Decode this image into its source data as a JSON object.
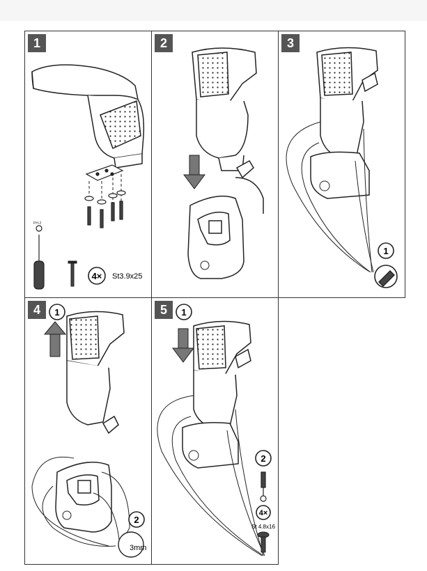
{
  "panels": [
    {
      "number": "1",
      "spec_count": "4×",
      "spec_size": "St3.9x25",
      "tool_label": "PH-2"
    },
    {
      "number": "2"
    },
    {
      "number": "3",
      "callout": "1"
    },
    {
      "number": "4",
      "callout_1": "1",
      "callout_2": "2",
      "gap": "3mm"
    },
    {
      "number": "5",
      "callout_1": "1",
      "callout_2": "2",
      "spec_count": "4×",
      "spec_size": "St 4.8x16"
    }
  ]
}
